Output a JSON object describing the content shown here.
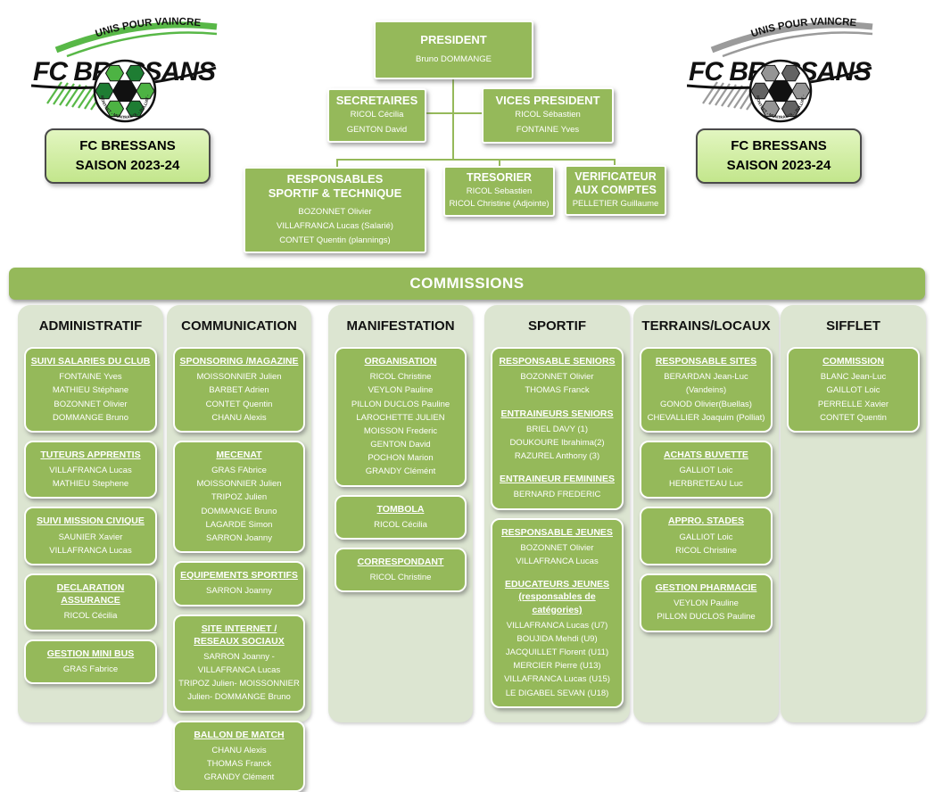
{
  "colors": {
    "box_green": "#95b95a",
    "panel_light": "#dce5d1",
    "saison_top": "#e2f6c0",
    "saison_bottom": "#c3e68c",
    "logo_green": "#58b847"
  },
  "logo": {
    "motto": "UNIS POUR VAINCRE",
    "club": "FC BRESSANS",
    "villages": "BUELLAS - MONTCET - MONTRACOL - POLLIAT - VANDEINS"
  },
  "saison": {
    "line1": "FC BRESSANS",
    "line2": "SAISON 2023-24"
  },
  "org": {
    "president": {
      "title": "PRESIDENT",
      "members": [
        "Bruno DOMMANGE"
      ]
    },
    "secretaires": {
      "title": "SECRETAIRES",
      "members": [
        "RICOL Cécilia",
        "GENTON David"
      ]
    },
    "vices": {
      "title": "VICES PRESIDENT",
      "members": [
        "RICOL Sébastien",
        "FONTAINE Yves"
      ]
    },
    "resp_sportif": {
      "title": "RESPONSABLES SPORTIF & TECHNIQUE",
      "members": [
        "BOZONNET Olivier",
        "VILLAFRANCA Lucas  (Salarié)",
        "CONTET Quentin (plannings)"
      ]
    },
    "tresorier": {
      "title": "TRESORIER",
      "members": [
        "RICOL Sebastien",
        "RICOL Christine (Adjointe)"
      ]
    },
    "verificateur": {
      "title": "VERIFICATEUR AUX COMPTES",
      "members": [
        "PELLETIER Guillaume"
      ]
    }
  },
  "banner": "COMMISSIONS",
  "columns": [
    {
      "label": "ADMINISTRATIF",
      "boxes": [
        {
          "sections": [
            {
              "title": "SUIVI SALARIES DU CLUB",
              "members": [
                "FONTAINE Yves",
                "MATHIEU Stéphane",
                "BOZONNET Olivier",
                "DOMMANGE Bruno"
              ]
            }
          ]
        },
        {
          "sections": [
            {
              "title": "TUTEURS APPRENTIS",
              "members": [
                "VILLAFRANCA Lucas",
                "MATHIEU Stephene"
              ]
            }
          ]
        },
        {
          "sections": [
            {
              "title": "SUIVI MISSION CIVIQUE",
              "members": [
                "SAUNIER  Xavier",
                "VILLAFRANCA Lucas"
              ]
            }
          ]
        },
        {
          "sections": [
            {
              "title": "DECLARATION ASSURANCE",
              "members": [
                "RICOL Cécilia"
              ]
            }
          ]
        },
        {
          "sections": [
            {
              "title": "GESTION MINI BUS",
              "members": [
                "GRAS Fabrice"
              ]
            }
          ]
        }
      ]
    },
    {
      "label": "COMMUNICATION",
      "boxes": [
        {
          "sections": [
            {
              "title": "SPONSORING /MAGAZINE",
              "members": [
                "MOISSONNIER Julien",
                "BARBET Adrien",
                "CONTET Quentin",
                "CHANU Alexis"
              ]
            }
          ]
        },
        {
          "sections": [
            {
              "title": "MECENAT",
              "members": [
                "GRAS FAbrice",
                "MOISSONNIER Julien",
                "TRIPOZ Julien",
                "DOMMANGE Bruno",
                "LAGARDE Simon",
                "SARRON Joanny"
              ]
            }
          ]
        },
        {
          "sections": [
            {
              "title": "EQUIPEMENTS SPORTIFS",
              "members": [
                "SARRON Joanny"
              ]
            }
          ]
        },
        {
          "sections": [
            {
              "title": "SITE INTERNET / RESEAUX SOCIAUX",
              "members": [
                "SARRON Joanny -VILLAFRANCA Lucas",
                "TRIPOZ Julien- MOISSONNIER Julien- DOMMANGE Bruno"
              ]
            }
          ]
        },
        {
          "sections": [
            {
              "title": "BALLON DE MATCH",
              "members": [
                "CHANU Alexis",
                "THOMAS Franck",
                "GRANDY Clément"
              ]
            }
          ]
        }
      ]
    },
    {
      "label": "MANIFESTATION",
      "boxes": [
        {
          "sections": [
            {
              "title": "ORGANISATION",
              "members": [
                "RICOL Christine",
                "VEYLON Pauline",
                "PILLON DUCLOS Pauline",
                "LAROCHETTE JULIEN",
                "MOISSON Frederic",
                "GENTON David",
                "POCHON Marion",
                "GRANDY Clémént"
              ]
            }
          ]
        },
        {
          "sections": [
            {
              "title": "TOMBOLA",
              "members": [
                "RICOL Cécilia"
              ]
            }
          ]
        },
        {
          "sections": [
            {
              "title": "CORRESPONDANT",
              "members": [
                "RICOL Christine"
              ]
            }
          ]
        }
      ]
    },
    {
      "label": "SPORTIF",
      "boxes": [
        {
          "sections": [
            {
              "title": "RESPONSABLE SENIORS",
              "members": [
                "BOZONNET Olivier",
                "THOMAS Franck"
              ]
            },
            {
              "title": "ENTRAINEURS  SENIORS",
              "members": [
                "BRIEL DAVY (1)",
                "DOUKOURE Ibrahima(2)",
                "RAZUREL Anthony (3)"
              ]
            },
            {
              "title": "ENTRAINEUR  FEMININES",
              "members": [
                "BERNARD FREDERIC"
              ]
            }
          ]
        },
        {
          "sections": [
            {
              "title": "RESPONSABLE  JEUNES",
              "members": [
                "BOZONNET Olivier",
                "VILLAFRANCA Lucas"
              ]
            },
            {
              "title": "EDUCATEURS  JEUNES (responsables de catégories)",
              "members": [
                "VILLAFRANCA Lucas (U7)",
                "BOUJIDA Mehdi (U9)",
                "JACQUILLET Florent (U11)",
                "MERCIER Pierre (U13)",
                "VILLAFRANCA Lucas (U15)",
                "LE DIGABEL SEVAN (U18)"
              ]
            }
          ]
        }
      ]
    },
    {
      "label": "TERRAINS/LOCAUX",
      "boxes": [
        {
          "sections": [
            {
              "title": "RESPONSABLE SITES",
              "members": [
                "BERARDAN Jean-Luc (Vandeins)",
                "GONOD Olivier(Buellas)",
                "CHEVALLIER Joaquim (Polliat)"
              ]
            }
          ]
        },
        {
          "sections": [
            {
              "title": "ACHATS BUVETTE",
              "members": [
                "GALLIOT Loic",
                "HERBRETEAU Luc"
              ]
            }
          ]
        },
        {
          "sections": [
            {
              "title": "APPRO. STADES",
              "members": [
                "GALLIOT Loic",
                "RICOL Christine"
              ]
            }
          ]
        },
        {
          "sections": [
            {
              "title": "GESTION PHARMACIE",
              "members": [
                "VEYLON Pauline",
                "PILLON DUCLOS Pauline"
              ]
            }
          ]
        }
      ]
    },
    {
      "label": "SIFFLET",
      "boxes": [
        {
          "sections": [
            {
              "title": "COMMISSION",
              "members": [
                "BLANC Jean-Luc",
                "GAILLOT Loic",
                "PERRELLE Xavier",
                "CONTET Quentin"
              ]
            }
          ]
        }
      ]
    }
  ]
}
